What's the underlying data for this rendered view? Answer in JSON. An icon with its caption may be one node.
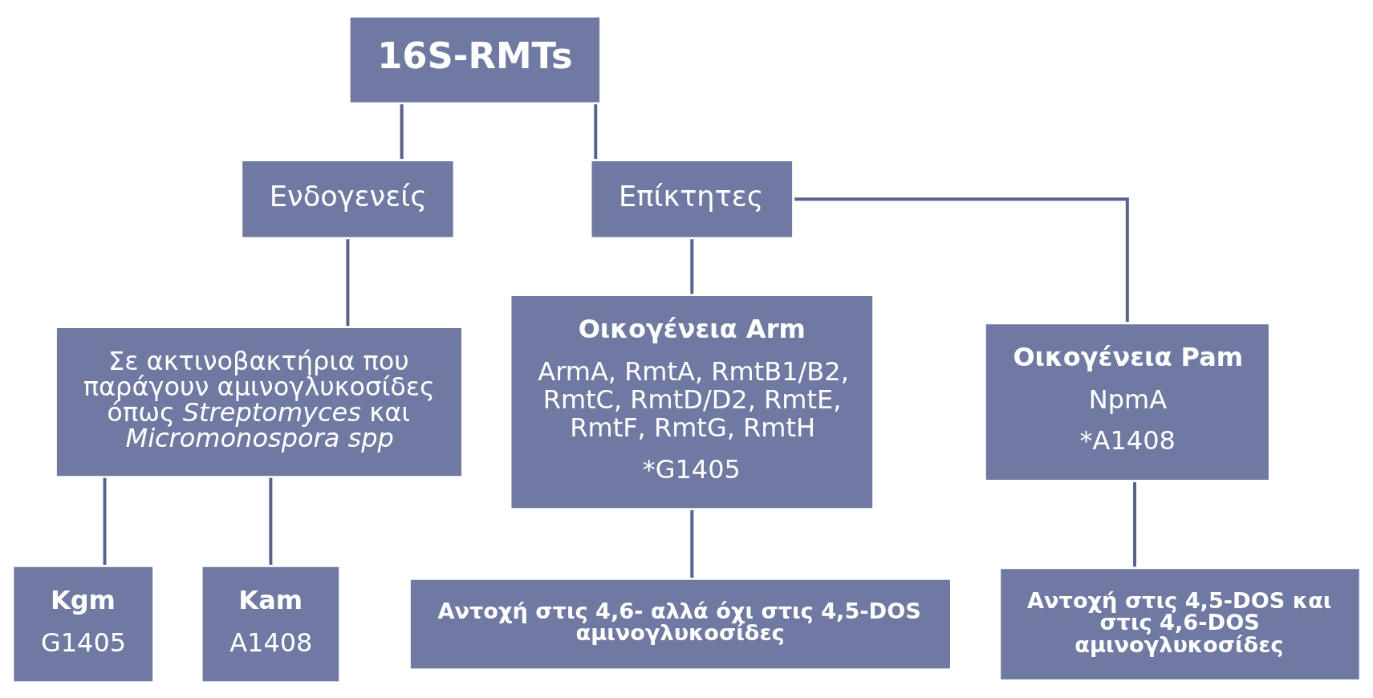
{
  "diagram": {
    "nodes": [
      {
        "text": [
          "16S-RMTs"
        ]
      },
      {
        "text": [
          "Ενδογενείς"
        ]
      },
      {
        "text": [
          "Επίκτητες"
        ]
      },
      {
        "text": [
          "Σε ακτινοβακτήρια που παράγουν αμινογλυκοσίδες όπως *Streptomyces* και *Micromonospora spp*"
        ]
      },
      {
        "text": [
          "Kgm",
          "G1405"
        ]
      },
      {
        "text": [
          "Kam",
          "A1408"
        ]
      },
      {
        "text": [
          "Οικογένεια Arm",
          "ArmA, RmtA, RmtB1/B2, RmtC, RmtD/D2, RmtE, RmtF, RmtG, RmtH",
          "*G1405"
        ]
      },
      {
        "text": [
          "Αντοχή στις 4,6- αλλά όχι στις 4,5-DOS αμινογλυκοσίδες"
        ]
      },
      {
        "text": [
          "Οικογένεια Pam",
          "NpmA",
          "*A1408"
        ]
      },
      {
        "text": [
          "Αντοχή στις 4,5-DOS και στις 4,6-DOS αμινογλυκοσίδες"
        ]
      }
    ],
    "edges": [
      {
        "from": 0,
        "to": 1,
        "arrow": "none"
      },
      {
        "from": 0,
        "to": 2,
        "arrow": "none"
      },
      {
        "from": 1,
        "to": 3,
        "arrow": "none"
      },
      {
        "from": 3,
        "to": 4,
        "arrow": "none"
      },
      {
        "from": 3,
        "to": 5,
        "arrow": "none"
      },
      {
        "from": 2,
        "to": 6,
        "arrow": "none"
      },
      {
        "from": 2,
        "to": 8,
        "arrow": "none"
      },
      {
        "from": 6,
        "to": 7,
        "arrow": "none"
      },
      {
        "from": 8,
        "to": 9,
        "arrow": "none"
      }
    ]
  }
}
